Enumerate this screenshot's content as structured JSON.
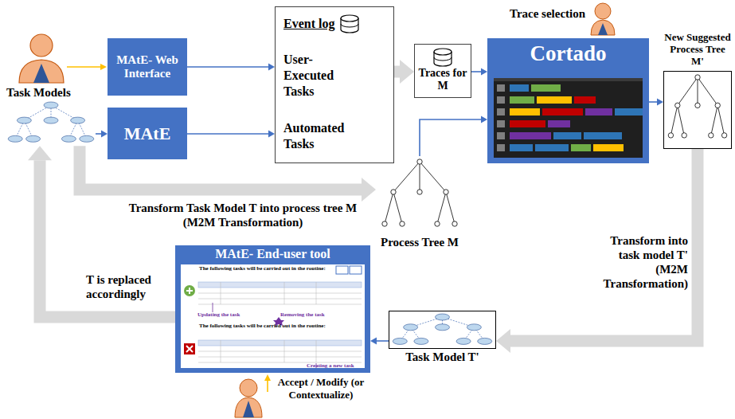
{
  "diagram": {
    "nodes": [
      {
        "text": [
          "MAtE- Web Interface"
        ]
      },
      {
        "text": [
          "MAtE"
        ]
      },
      {
        "text": [
          "Event log",
          "User- Executed Tasks",
          "Automated Tasks"
        ]
      },
      {
        "text": [
          "Traces for M"
        ]
      },
      {
        "text": [
          "Cortado"
        ]
      },
      {
        "text": [
          "New Suggested Process Tree M'"
        ]
      },
      {
        "text": [
          "Process Tree M"
        ]
      },
      {
        "text": [
          "Task Models"
        ]
      },
      {
        "text": [
          "Task Model T'"
        ]
      },
      {
        "text": [
          "MAtE- End-user tool"
        ]
      }
    ],
    "edges": [
      {
        "from": 7,
        "to": 1,
        "arrow": "to"
      },
      {
        "from": 0,
        "to": 2,
        "arrow": "to"
      },
      {
        "from": 1,
        "to": 2,
        "arrow": "to"
      },
      {
        "from": 2,
        "to": 3,
        "arrow": "to"
      },
      {
        "from": 3,
        "to": 4,
        "arrow": "to"
      },
      {
        "from": 6,
        "to": 4,
        "arrow": "to"
      },
      {
        "from": 4,
        "to": 5,
        "arrow": "to"
      },
      {
        "from": 5,
        "to": 8,
        "label": "Transform into task model T' (M2M Transformation)",
        "arrow": "to"
      },
      {
        "from": 8,
        "to": 9,
        "arrow": "to"
      },
      {
        "from": 9,
        "to": 7,
        "label": "T is replaced accordingly",
        "arrow": "to"
      },
      {
        "from": 7,
        "to": 6,
        "label": "Transform Task Model T into process tree M (M2M Transformation)",
        "arrow": "to"
      }
    ],
    "labels": [
      "Trace selection",
      "Accept / Modify (or Contextualize)",
      "The following tasks will be carried out in the routine:",
      "Updating the task",
      "Removing the task",
      "The following tasks will be carried out in the routine:",
      "Creating a new task"
    ]
  }
}
